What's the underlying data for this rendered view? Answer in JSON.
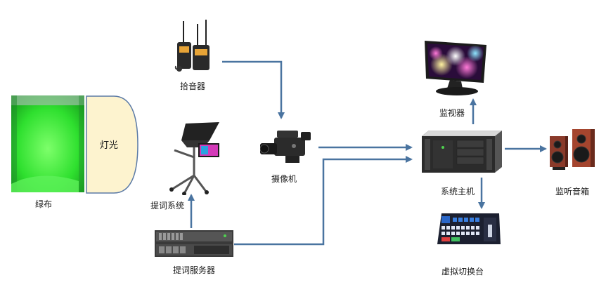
{
  "nodes": {
    "green_screen": {
      "label": "绿布"
    },
    "light": {
      "label": "灯光"
    },
    "mic": {
      "label": "拾音器"
    },
    "teleprompter": {
      "label": "提词系统"
    },
    "prompter_server": {
      "label": "提词服务器"
    },
    "camera": {
      "label": "摄像机"
    },
    "monitor": {
      "label": "监视器"
    },
    "host": {
      "label": "系统主机"
    },
    "speakers": {
      "label": "监听音箱"
    },
    "switcher": {
      "label": "虚拟切换台"
    }
  },
  "colors": {
    "arrow": "#4a74a0",
    "green": "#2fe02f",
    "light_fill": "#fdf3cf"
  }
}
